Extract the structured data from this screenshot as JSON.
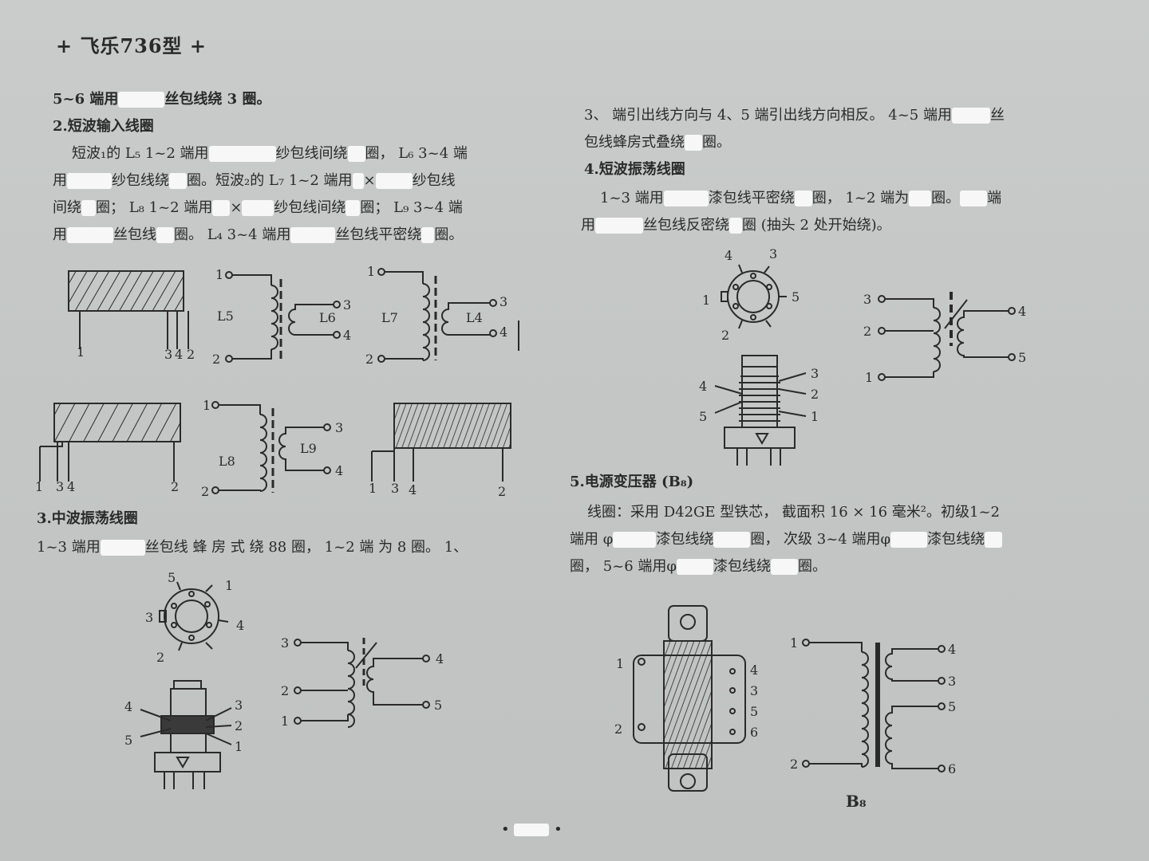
{
  "header": {
    "title": "+ 飞乐736型 +"
  },
  "left": {
    "line1": [
      "5~6 端用",
      "丝包线绕 3 圈。"
    ],
    "sec2_heading": "2.短波输入线圈",
    "sec2_p1": [
      "短波₁的 L₅ 1~2 端用",
      "纱包线间绕",
      "圈， L₆ 3~4 端"
    ],
    "sec2_p2": [
      "用",
      "纱包线绕",
      "圈。短波₂的 L₇ 1~2 端用",
      "×",
      "纱包线"
    ],
    "sec2_p3": [
      "间绕",
      "圈； L₈ 1~2 端用",
      "×",
      "纱包线间绕",
      "圈； L₉ 3~4 端"
    ],
    "sec2_p4": [
      "用",
      "丝包线",
      "圈。 L₄ 3~4 端用",
      "丝包线平密绕",
      "圈。"
    ],
    "sec3_heading": "3.中波振荡线圈",
    "sec3_p1": [
      "1~3 端用",
      "丝包线 蜂 房 式 绕 88 圈， 1~2 端 为 8 圈。 1、"
    ]
  },
  "right": {
    "p1": [
      "3、 端引出线方向与 4、5 端引出线方向相反。 4~5 端用",
      "丝"
    ],
    "p2": [
      "包线蜂房式叠绕",
      "圈。"
    ],
    "sec4_heading": "4.短波振荡线圈",
    "sec4_p1": [
      "1~3 端用",
      "漆包线平密绕",
      "圈， 1~2 端为",
      "圈。",
      "端"
    ],
    "sec4_p2": [
      "用",
      "丝包线反密绕",
      "圈 (抽头 2 处开始绕)。"
    ],
    "sec5_heading": "5.电源变压器 (B₈)",
    "sec5_p1": "线圈：采用 D42GE 型铁芯， 截面积 16 × 16 毫米²。初级1~2",
    "sec5_p2": [
      "端用 φ",
      "漆包线绕",
      "圈， 次级 3~4 端用φ",
      "漆包线绕"
    ],
    "sec5_p3": [
      "圈， 5~6 端用φ",
      "漆包线绕",
      "圈。"
    ]
  },
  "figures": {
    "coil_labels": [
      "L5",
      "L6",
      "L7",
      "L4",
      "L8",
      "L9"
    ],
    "terminals": [
      "1",
      "2",
      "3",
      "4",
      "5",
      "6"
    ],
    "transformer_label": "B₈"
  },
  "footer": {
    "dots": "•",
    "dots_right": "•"
  }
}
